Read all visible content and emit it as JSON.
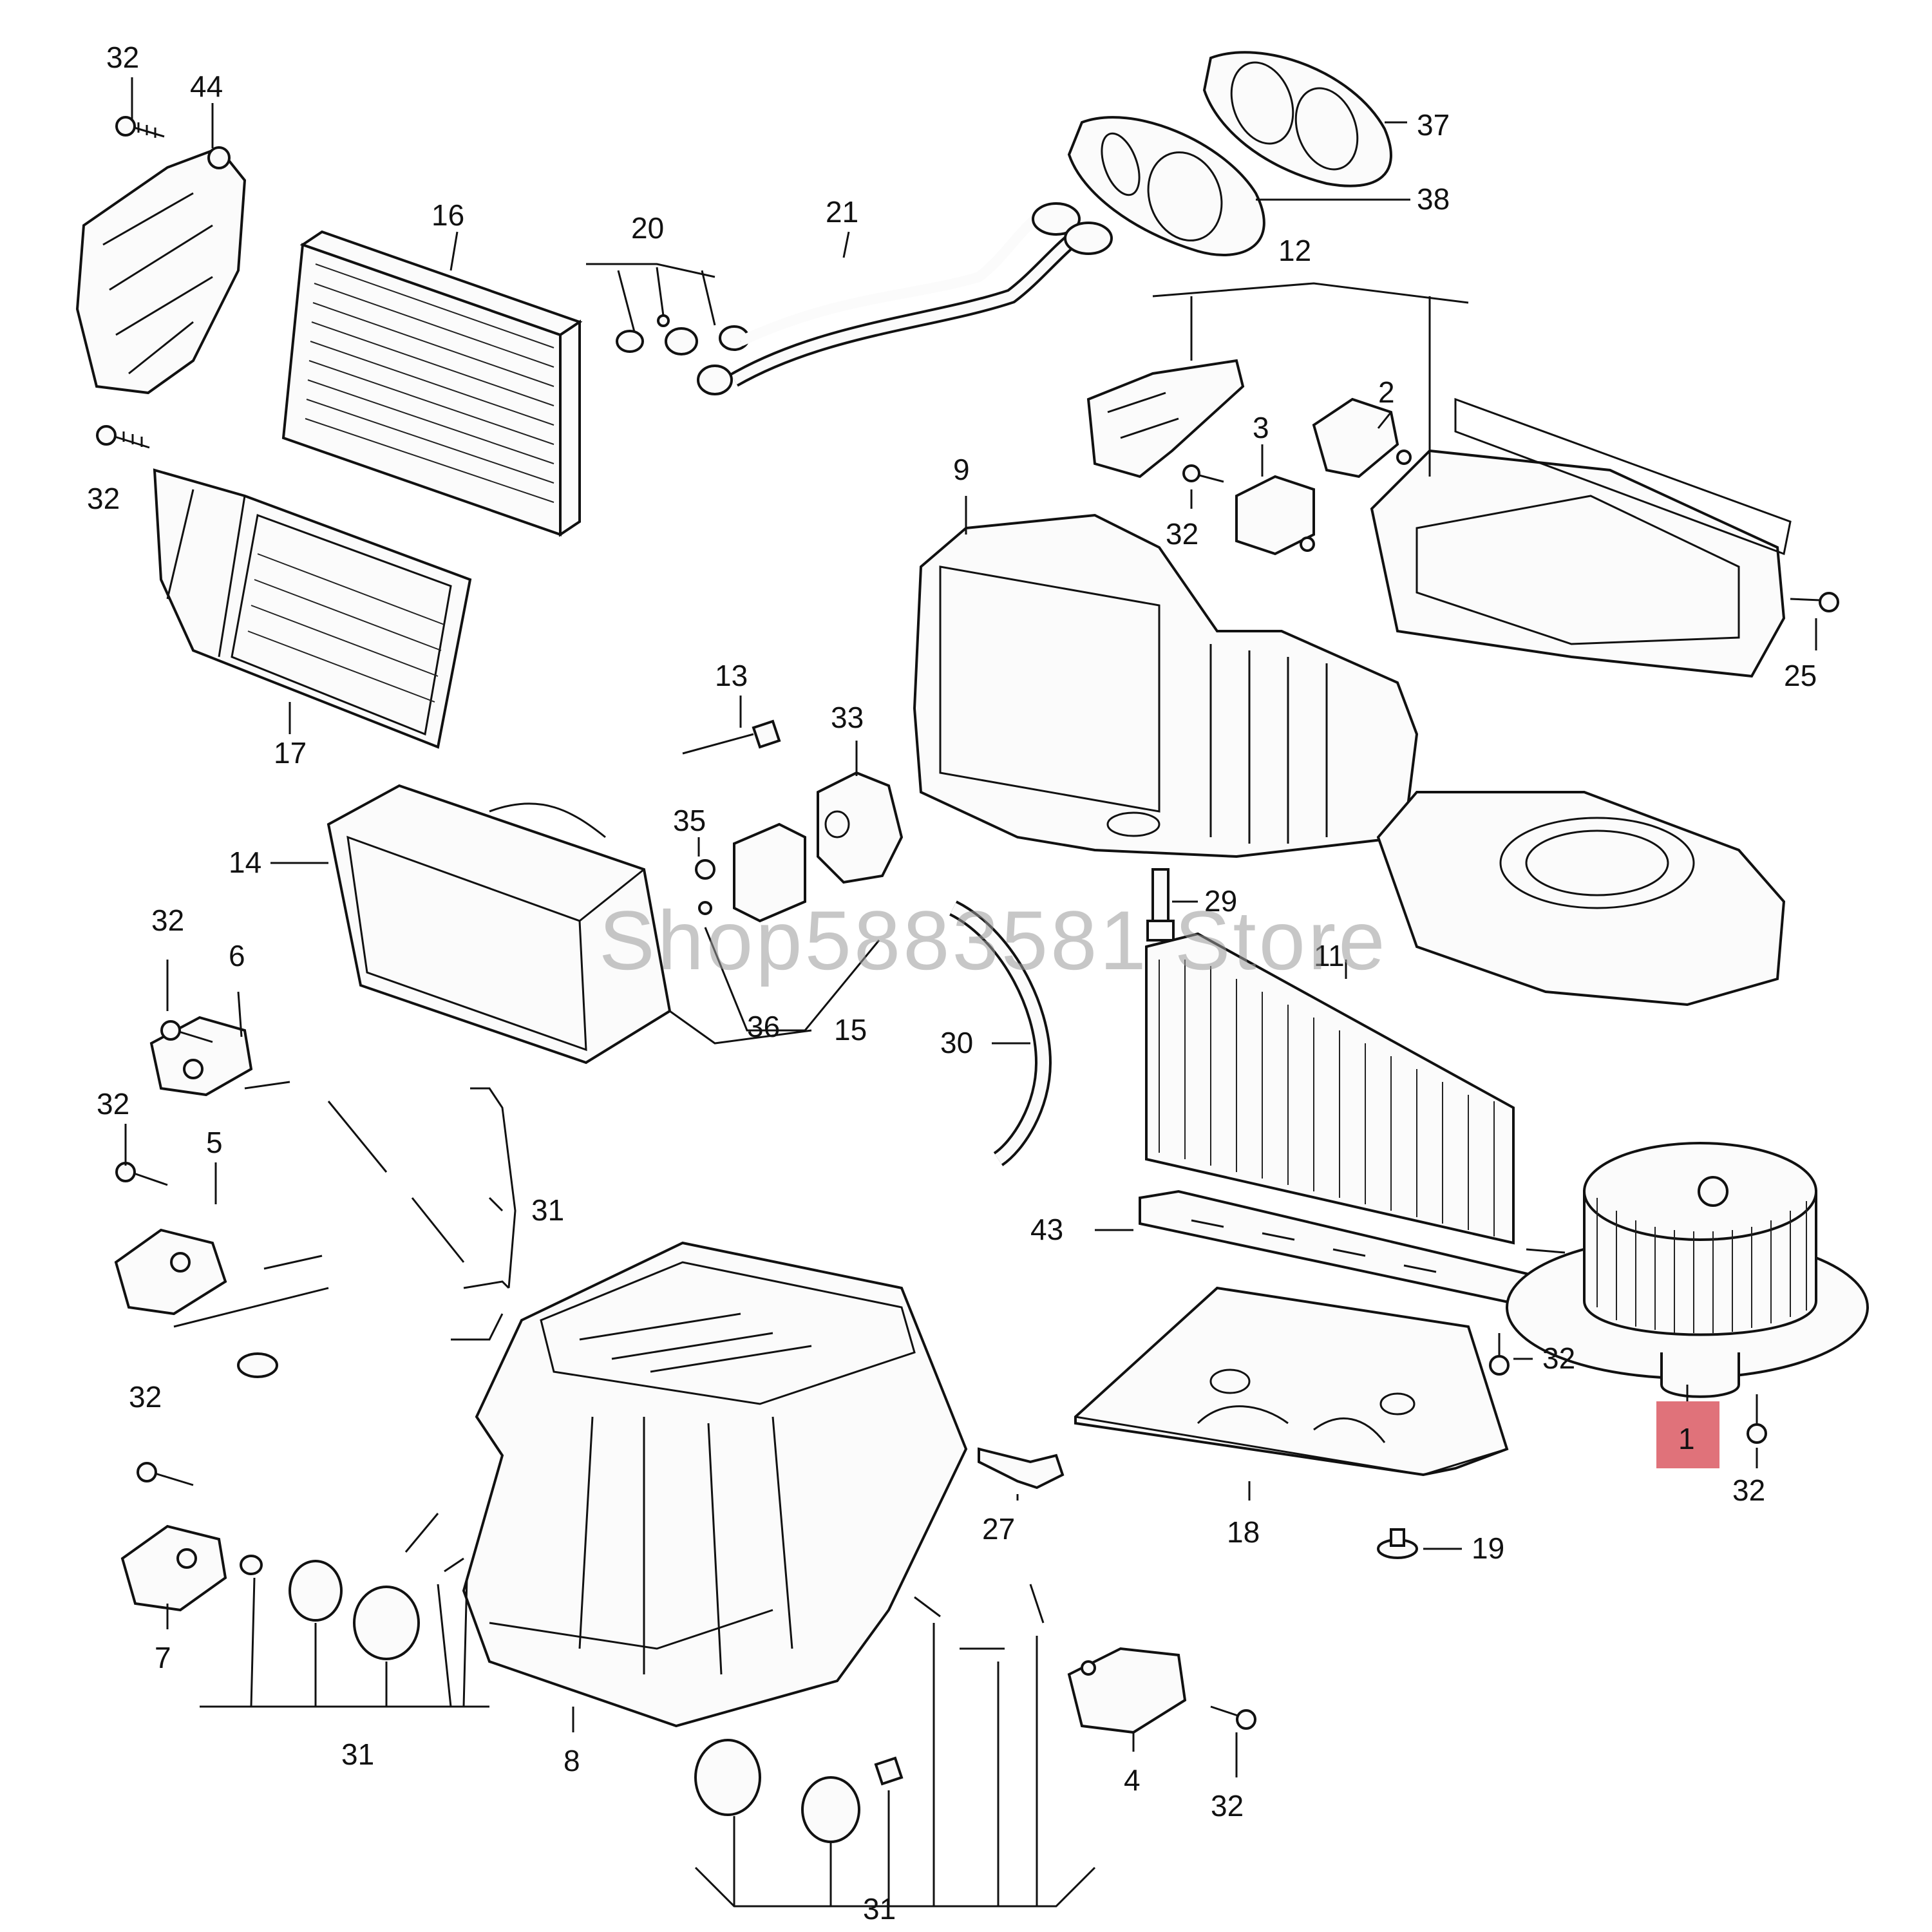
{
  "watermark": "Shop5883581 Store",
  "highlight_color": "#e0727a",
  "callouts": [
    {
      "id": "c32a",
      "text": "32"
    },
    {
      "id": "c44",
      "text": "44"
    },
    {
      "id": "c16",
      "text": "16"
    },
    {
      "id": "c20",
      "text": "20"
    },
    {
      "id": "c21",
      "text": "21"
    },
    {
      "id": "c37",
      "text": "37"
    },
    {
      "id": "c38",
      "text": "38"
    },
    {
      "id": "c12",
      "text": "12"
    },
    {
      "id": "c2",
      "text": "2"
    },
    {
      "id": "c3",
      "text": "3"
    },
    {
      "id": "c32b",
      "text": "32"
    },
    {
      "id": "c32c",
      "text": "32"
    },
    {
      "id": "c9",
      "text": "9"
    },
    {
      "id": "c25",
      "text": "25"
    },
    {
      "id": "c17",
      "text": "17"
    },
    {
      "id": "c13",
      "text": "13"
    },
    {
      "id": "c33",
      "text": "33"
    },
    {
      "id": "c35",
      "text": "35"
    },
    {
      "id": "c14",
      "text": "14"
    },
    {
      "id": "c29",
      "text": "29"
    },
    {
      "id": "c32d",
      "text": "32"
    },
    {
      "id": "c6",
      "text": "6"
    },
    {
      "id": "c36",
      "text": "36"
    },
    {
      "id": "c15",
      "text": "15"
    },
    {
      "id": "c30",
      "text": "30"
    },
    {
      "id": "c11",
      "text": "11"
    },
    {
      "id": "c32e",
      "text": "32"
    },
    {
      "id": "c5",
      "text": "5"
    },
    {
      "id": "c31a",
      "text": "31"
    },
    {
      "id": "c43",
      "text": "43"
    },
    {
      "id": "c32f",
      "text": "32"
    },
    {
      "id": "c1",
      "text": "1"
    },
    {
      "id": "c32g",
      "text": "32"
    },
    {
      "id": "c32h",
      "text": "32"
    },
    {
      "id": "c27",
      "text": "27"
    },
    {
      "id": "c18",
      "text": "18"
    },
    {
      "id": "c19",
      "text": "19"
    },
    {
      "id": "c7",
      "text": "7"
    },
    {
      "id": "c31b",
      "text": "31"
    },
    {
      "id": "c8",
      "text": "8"
    },
    {
      "id": "c4",
      "text": "4"
    },
    {
      "id": "c32i",
      "text": "32"
    },
    {
      "id": "c31c",
      "text": "31"
    }
  ]
}
